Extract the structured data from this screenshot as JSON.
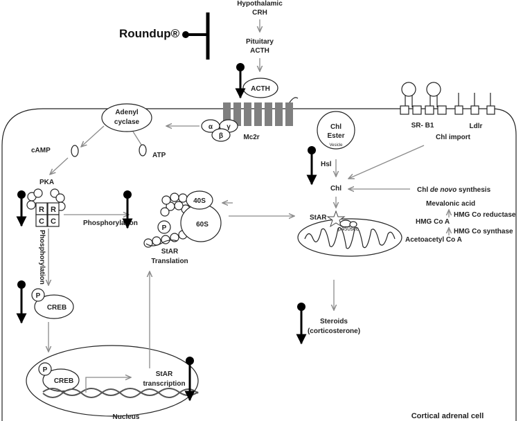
{
  "labels": {
    "hypothalamic": "Hypothalamic",
    "crh": "CRH",
    "pituitary": "Pituitary",
    "acth_top": "ACTH",
    "roundup": "Roundup®",
    "acth_receptor": "ACTH",
    "mc2r": "Mc2r",
    "alpha": "α",
    "gamma": "γ",
    "beta": "β",
    "adenyl_cyclase_1": "Adenyl",
    "adenyl_cyclase_2": "cyclase",
    "camp": "cAMP",
    "atp": "ATP",
    "pka": "PKA",
    "r1": "R",
    "r2": "R",
    "c1": "C",
    "c2": "C",
    "phosphorylation_h": "Phosphorylation",
    "phosphorylation_v": "Phosphorylation",
    "p_star": "P",
    "star_translation_1": "StAR",
    "star_translation_2": "Translation",
    "ribo_40s": "40S",
    "ribo_60s": "60S",
    "p_creb": "P",
    "creb": "CREB",
    "p_creb_nuc": "P",
    "creb_nuc": "CREB",
    "star_transcription_1": "StAR",
    "star_transcription_2": "transcription",
    "nucleus": "Nucleus",
    "chl_ester_1": "Chl",
    "chl_ester_2": "Ester",
    "vesicle": "Vesicle",
    "hsl": "Hsl",
    "chl": "Chl",
    "star_mito": "StAR",
    "p450scc": "p450scc",
    "sr_b1": "SR- B1",
    "ldlr": "Ldlr",
    "chl_import": "Chl import",
    "chl_de_novo_1": "Chl ",
    "chl_de_novo_2": "de novo",
    "chl_de_novo_3": " synthesis",
    "mevalonic": "Mevalonic acid",
    "hmg_reductase": "HMG Co reductase",
    "hmg_coa": "HMG Co A",
    "hmg_synthase": "HMG Co synthase",
    "acetoacetyl": "Acetoacetyl Co A",
    "steroids_1": "Steroids",
    "steroids_2": "(corticosterone)",
    "cell": "Cortical adrenal cell"
  }
}
